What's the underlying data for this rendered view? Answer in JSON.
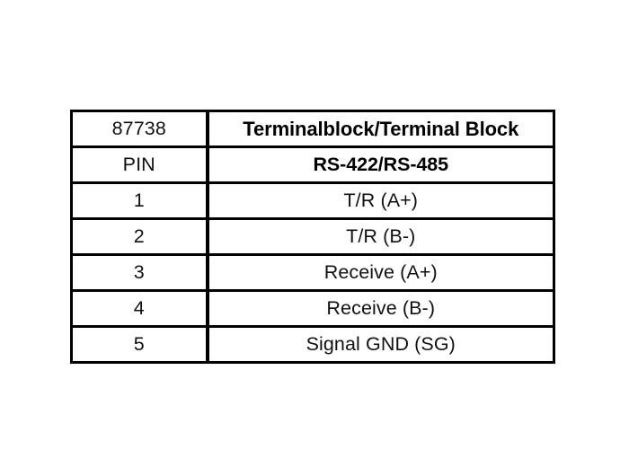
{
  "document": {
    "background_color": "#ffffff",
    "text_color": "#000000",
    "border_color": "#000000"
  },
  "table": {
    "name": "pinout-table",
    "title_row": {
      "part_number": "87738",
      "connector": "Terminalblock/Terminal Block"
    },
    "subhead_row": {
      "pin_label": "PIN",
      "signal_standard": "RS-422/RS-485"
    },
    "columns": [
      "PIN",
      "RS-422/RS-485"
    ],
    "rows": [
      {
        "pin": "1",
        "signal": "T/R (A+)"
      },
      {
        "pin": "2",
        "signal": "T/R (B-)"
      },
      {
        "pin": "3",
        "signal": "Receive (A+)"
      },
      {
        "pin": "4",
        "signal": "Receive (B-)"
      },
      {
        "pin": "5",
        "signal": "Signal GND (SG)"
      }
    ]
  }
}
